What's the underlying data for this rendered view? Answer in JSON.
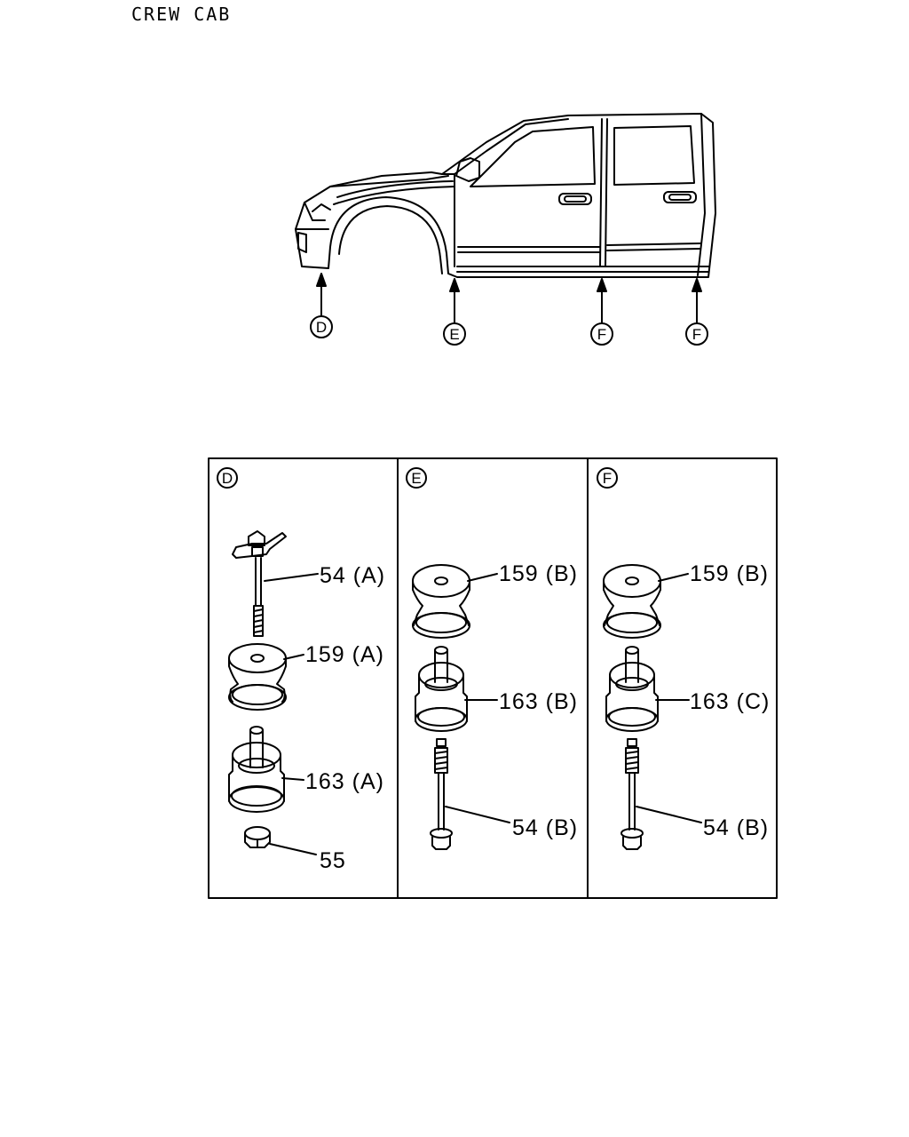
{
  "header": {
    "title": "CREW CAB"
  },
  "view_markers": [
    "D",
    "E",
    "F",
    "F"
  ],
  "panels": [
    {
      "marker": "D",
      "labels": [
        "54 (A)",
        "159 (A)",
        "163 (A)",
        "55"
      ]
    },
    {
      "marker": "E",
      "labels": [
        "159 (B)",
        "163 (B)",
        "54 (B)"
      ]
    },
    {
      "marker": "F",
      "labels": [
        "159 (B)",
        "163 (C)",
        "54 (B)"
      ]
    }
  ],
  "colors": {
    "line": "#000000",
    "background": "#ffffff"
  }
}
